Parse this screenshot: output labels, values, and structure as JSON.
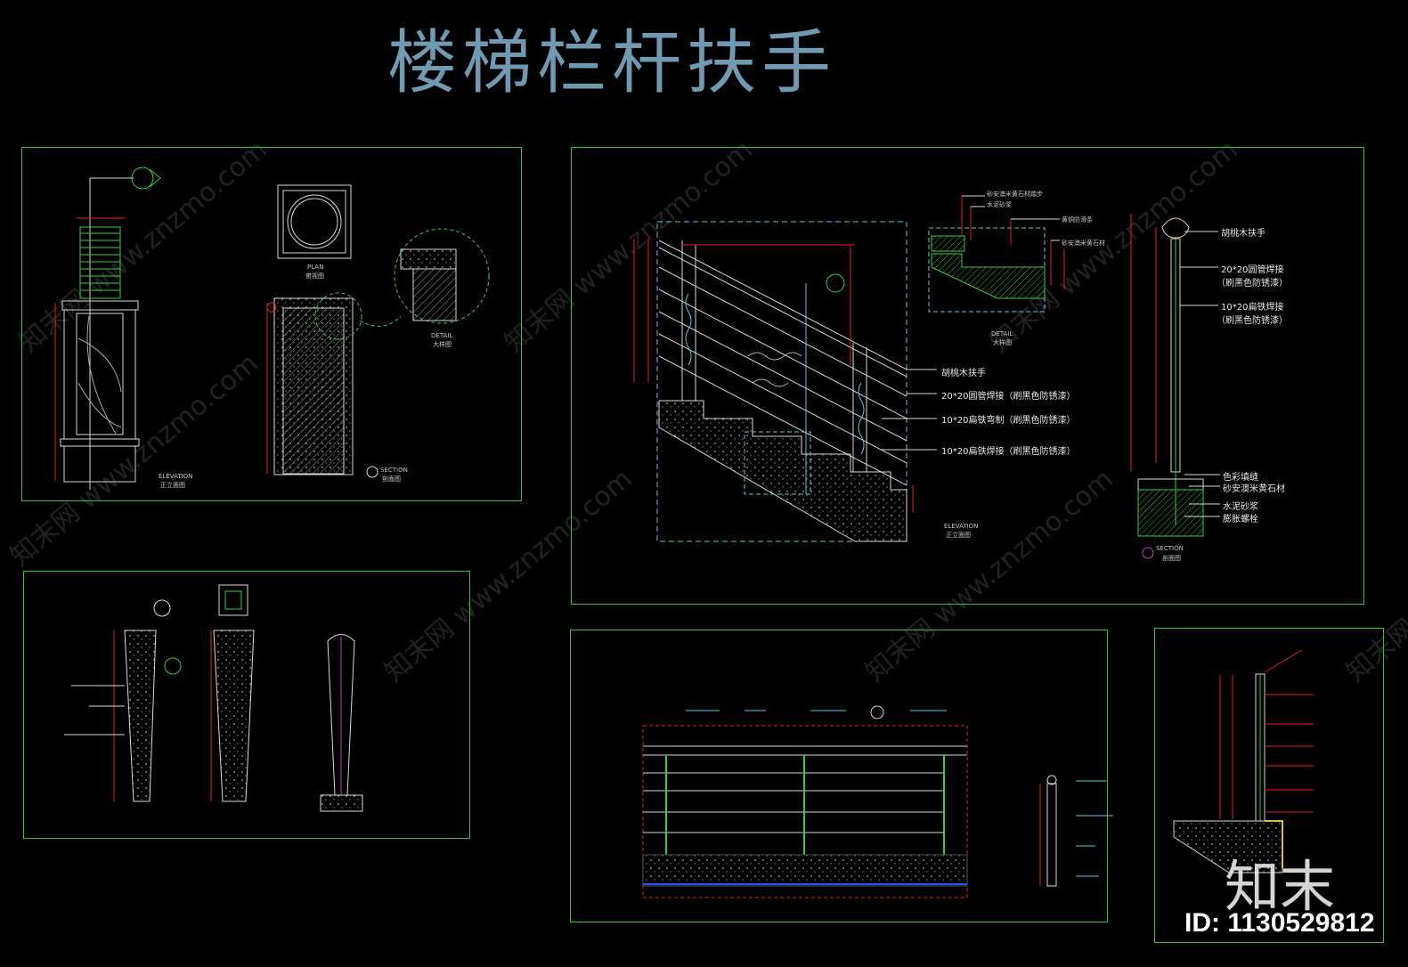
{
  "title": "楼梯栏杆扶手",
  "watermark": "知末网 www.znzmo.com",
  "logo": "知末",
  "id_text": "ID: 1130529812",
  "colors": {
    "frame": "#34c23a",
    "title": "#6f9ab0",
    "dim": "#e0202a",
    "line": "#d8d8d8",
    "cyan": "#5ec8d8"
  },
  "panel1": {
    "plan_caption": "PLAN",
    "plan_subcaption": "俯视图",
    "detail_caption": "DETAIL",
    "detail_subcaption": "大样图",
    "elevation_caption": "ELEVATION",
    "elevation_subcaption": "正立面图",
    "section_caption": "SECTION",
    "section_subcaption": "剖面图"
  },
  "panel2": {
    "detail_notes": [
      "砂安澳米黄石材踏步",
      "水泥砂浆",
      "黄铜防滑条",
      "砂安澳米黄石材"
    ],
    "detail_caption": "DETAIL",
    "detail_subcaption": "大样图",
    "elevation_notes": [
      "胡桃木扶手",
      "20*20圆管焊接（刷黑色防锈漆）",
      "10*20扁铁弯制（刷黑色防锈漆）",
      "10*20扁铁焊接（刷黑色防锈漆）"
    ],
    "elevation_caption": "ELEVATION",
    "elevation_subcaption": "正立面图",
    "section_notes_top": [
      "胡桃木扶手",
      "20*20圆管焊接",
      "（刷黑色防锈漆）",
      "10*20扁铁焊接",
      "（刷黑色防锈漆）"
    ],
    "section_notes_bottom": [
      "色彩填缝",
      "砂安澳米黄石材",
      "水泥砂浆",
      "膨胀螺栓"
    ],
    "section_caption": "SECTION",
    "section_subcaption": "剖面图"
  }
}
